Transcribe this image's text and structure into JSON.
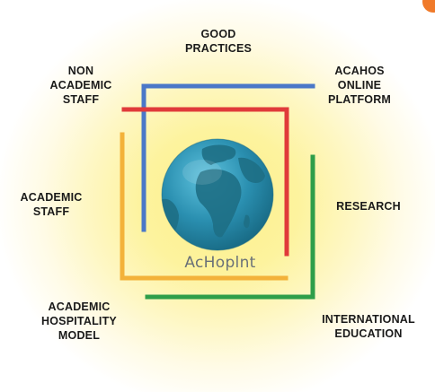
{
  "diagram": {
    "labels": {
      "good_practices": "GOOD\nPRACTICES",
      "non_academic_staff": "NON\nACADEMIC\nSTAFF",
      "acahos_online_platform": "ACAHOS\nONLINE\nPLATFORM",
      "academic_staff": "ACADEMIC\nSTAFF",
      "research": "RESEARCH",
      "academic_hospitality_model": "ACADEMIC\nHOSPITALITY\nMODEL",
      "international_education": "INTERNATIONAL\nEDUCATION"
    },
    "logo": "AcHoplnt",
    "colors": {
      "blue": "#4a78c8",
      "red": "#e03a3a",
      "orange": "#f3b23a",
      "green": "#2e9e4a",
      "ocean": "#2a8fb0",
      "land": "#1f6f86",
      "text": "#1a1a1a",
      "accent": "#f07a2a"
    }
  }
}
